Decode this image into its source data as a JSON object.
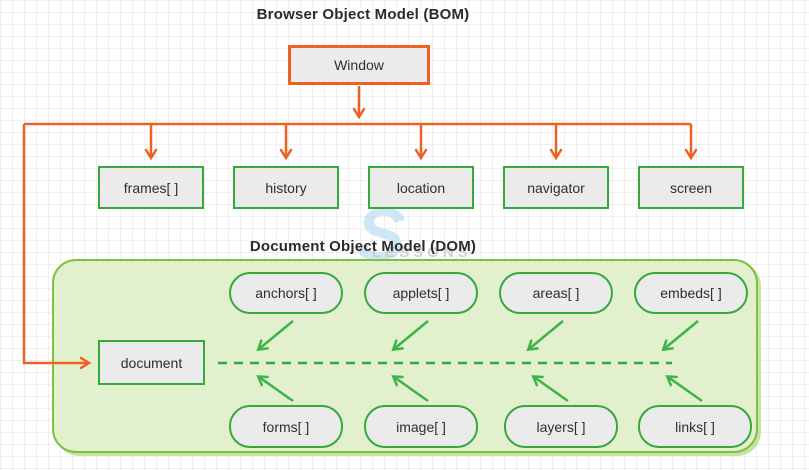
{
  "titles": {
    "bom": "Browser Object Model (BOM)",
    "dom": "Document Object Model (DOM)"
  },
  "bom": {
    "root": {
      "label": "Window"
    },
    "children": [
      {
        "label": "frames[ ]"
      },
      {
        "label": "history"
      },
      {
        "label": "location"
      },
      {
        "label": "navigator"
      },
      {
        "label": "screen"
      }
    ]
  },
  "dom": {
    "document_node": {
      "label": "document"
    },
    "top_row": [
      {
        "label": "anchors[ ]"
      },
      {
        "label": "applets[ ]"
      },
      {
        "label": "areas[ ]"
      },
      {
        "label": "embeds[ ]"
      }
    ],
    "bottom_row": [
      {
        "label": "forms[ ]"
      },
      {
        "label": "image[ ]"
      },
      {
        "label": "layers[ ]"
      },
      {
        "label": "links[ ]"
      }
    ]
  },
  "watermark": {
    "letter": "S",
    "text": "LESSONS"
  },
  "colors": {
    "orange_connector": "#eb6223",
    "green_border": "#35a93c",
    "green_arrow": "#3cb44a",
    "container_border": "#7cc242",
    "container_fill": "#e3f0cd",
    "node_fill": "#ebebeb",
    "text": "#2b2b2b"
  }
}
